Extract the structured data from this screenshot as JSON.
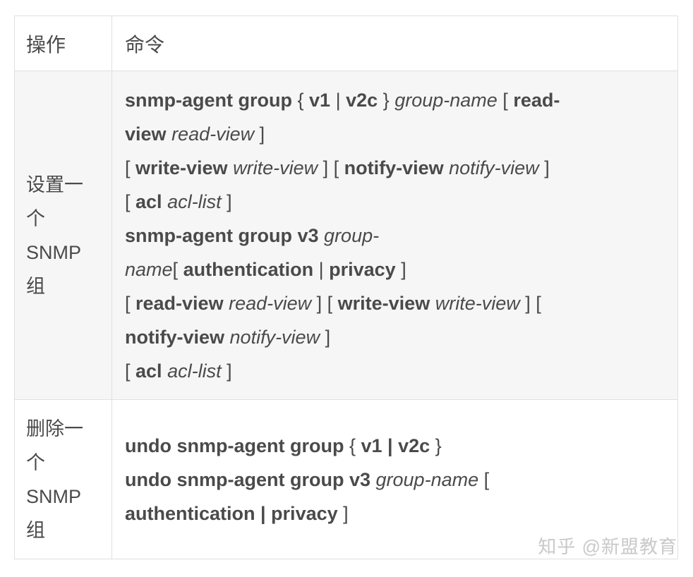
{
  "table": {
    "headers": [
      "操作",
      "命令"
    ],
    "rows": [
      {
        "operation": "设置一个 SNMP 组",
        "command_lines": [
          [
            {
              "t": "snmp-agent group",
              "b": 1
            },
            {
              "t": " { "
            },
            {
              "t": "v1",
              "b": 1
            },
            {
              "t": " | "
            },
            {
              "t": "v2c",
              "b": 1
            },
            {
              "t": " } "
            },
            {
              "t": "group-name",
              "i": 1
            },
            {
              "t": " [ "
            },
            {
              "t": "read-",
              "b": 1
            }
          ],
          [
            {
              "t": "view",
              "b": 1
            },
            {
              "t": " "
            },
            {
              "t": "read-view",
              "i": 1
            },
            {
              "t": " ]"
            }
          ],
          [
            {
              "t": "[ "
            },
            {
              "t": "write-view",
              "b": 1
            },
            {
              "t": " "
            },
            {
              "t": "write-view",
              "i": 1
            },
            {
              "t": " ] [ "
            },
            {
              "t": "notify-view",
              "b": 1
            },
            {
              "t": " "
            },
            {
              "t": "notify-view",
              "i": 1
            },
            {
              "t": " ]"
            }
          ],
          [
            {
              "t": "[ "
            },
            {
              "t": "acl",
              "b": 1
            },
            {
              "t": " "
            },
            {
              "t": "acl-list",
              "i": 1
            },
            {
              "t": " ]"
            }
          ],
          [
            {
              "t": "snmp-agent group v3",
              "b": 1
            },
            {
              "t": " "
            },
            {
              "t": "group-",
              "i": 1
            }
          ],
          [
            {
              "t": "name",
              "i": 1
            },
            {
              "t": "[ "
            },
            {
              "t": "authentication",
              "b": 1
            },
            {
              "t": " | "
            },
            {
              "t": "privacy",
              "b": 1
            },
            {
              "t": " ]"
            }
          ],
          [
            {
              "t": "[ "
            },
            {
              "t": "read-view",
              "b": 1
            },
            {
              "t": " "
            },
            {
              "t": "read-view",
              "i": 1
            },
            {
              "t": " ] [ "
            },
            {
              "t": "write-view",
              "b": 1
            },
            {
              "t": " "
            },
            {
              "t": "write-view",
              "i": 1
            },
            {
              "t": " ] ["
            }
          ],
          [
            {
              "t": "notify-view",
              "b": 1
            },
            {
              "t": " "
            },
            {
              "t": "notify-view",
              "i": 1
            },
            {
              "t": " ]"
            }
          ],
          [
            {
              "t": "[ "
            },
            {
              "t": "acl",
              "b": 1
            },
            {
              "t": " "
            },
            {
              "t": "acl-list",
              "i": 1
            },
            {
              "t": " ]"
            }
          ]
        ]
      },
      {
        "operation": "删除一个 SNMP 组",
        "command_lines": [
          [
            {
              "t": "undo snmp-agent group",
              "b": 1
            },
            {
              "t": " { "
            },
            {
              "t": "v1 | v2c",
              "b": 1
            },
            {
              "t": " }"
            }
          ],
          [
            {
              "t": "undo snmp-agent group v3",
              "b": 1
            },
            {
              "t": " "
            },
            {
              "t": "group-name",
              "i": 1
            },
            {
              "t": " ["
            }
          ],
          [
            {
              "t": "authentication | privacy",
              "b": 1
            },
            {
              "t": " ]"
            }
          ]
        ]
      }
    ]
  },
  "watermark": {
    "text": "知乎 @新盟教育"
  },
  "colors": {
    "text": "#4a4a4a",
    "border": "#e0e0e0",
    "row_alt_bg": "#f6f6f6",
    "watermark": "#c9c9c9"
  }
}
